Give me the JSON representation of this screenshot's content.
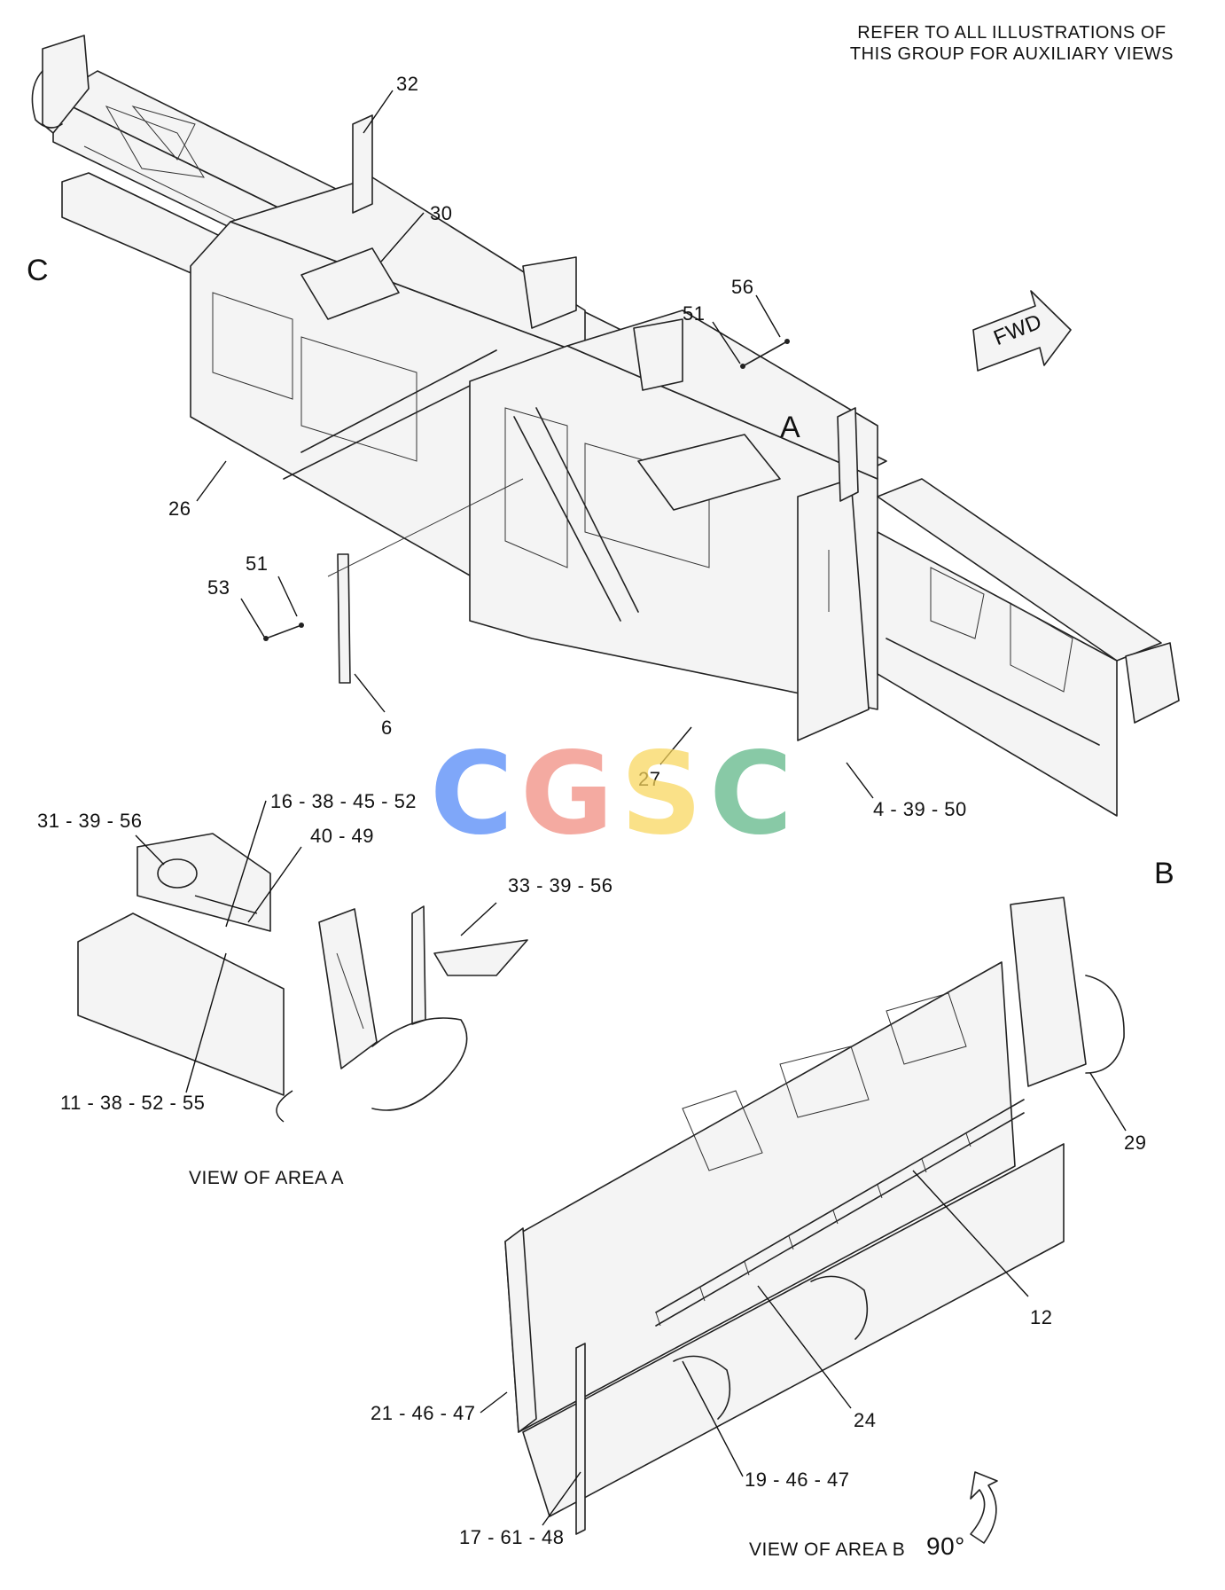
{
  "note": {
    "line1": "REFER TO ALL ILLUSTRATIONS OF",
    "line2": "THIS GROUP FOR AUXILIARY VIEWS"
  },
  "area_letters": {
    "a": "A",
    "b": "B",
    "c": "C"
  },
  "fwd_label": "FWD",
  "watermark": {
    "letters": [
      "C",
      "G",
      "S",
      "C"
    ],
    "colors": [
      "#4f86f7",
      "#f08a7e",
      "#f9d65b",
      "#5bb585"
    ]
  },
  "callouts": {
    "c32": "32",
    "c30": "30",
    "c56": "56",
    "c51a": "51",
    "c26": "26",
    "c51b": "51",
    "c53": "53",
    "c6": "6",
    "c27": "27",
    "c4_39_50": "4 - 39 - 50",
    "c31_39_56": "31 - 39 - 56",
    "c16_38_45_52": "16 - 38 - 45 - 52",
    "c40_49": "40 - 49",
    "c33_39_56": "33 - 39 - 56",
    "c11_38_52_55": "11 - 38 - 52 - 55",
    "c29": "29",
    "c12": "12",
    "c24": "24",
    "c21_46_47": "21 - 46 - 47",
    "c19_46_47": "19 - 46 - 47",
    "c17_61_48": "17 - 61 - 48"
  },
  "views": {
    "area_a": "VIEW OF AREA A",
    "area_b": "VIEW OF AREA B",
    "rotation": "90°"
  }
}
